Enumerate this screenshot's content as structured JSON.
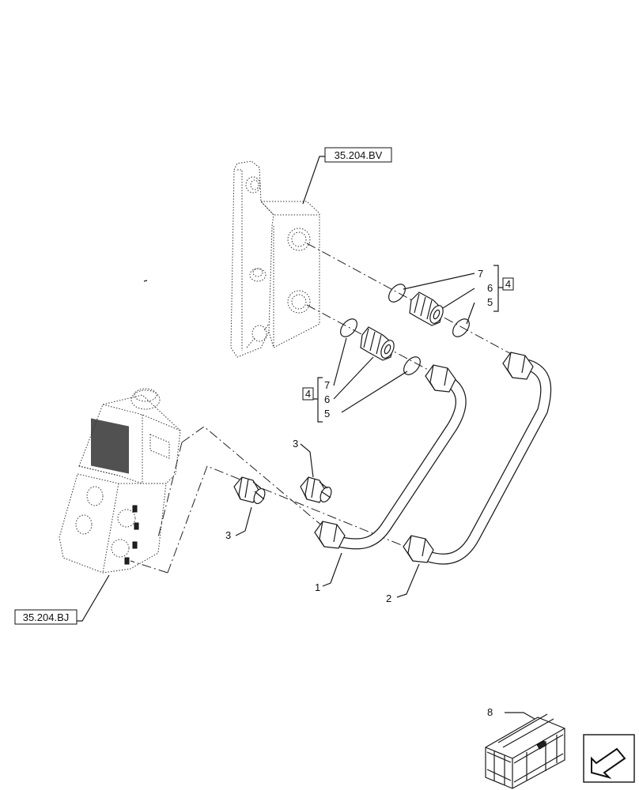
{
  "references": {
    "upper": "35.204.BV",
    "lower": "35.204.BJ"
  },
  "callouts": {
    "c1": "1",
    "c2": "2",
    "c3a": "3",
    "c3b": "3",
    "c4a": "4",
    "c4b": "4",
    "c5a": "5",
    "c5b": "5",
    "c6a": "6",
    "c6b": "6",
    "c7a": "7",
    "c7b": "7",
    "c8": "8"
  }
}
